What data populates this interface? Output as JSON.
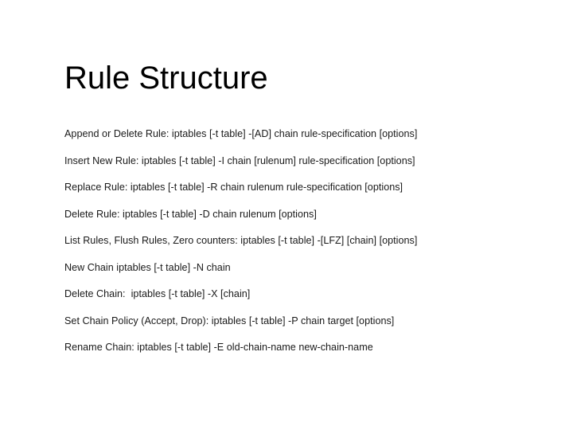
{
  "slide": {
    "title": "Rule Structure",
    "background_color": "#ffffff",
    "title_color": "#000000",
    "body_color": "#1a1a1a",
    "body_lines": [
      "Append or Delete Rule: iptables [-t table] -[AD] chain rule-specification [options]",
      "Insert New Rule: iptables [-t table] -I chain [rulenum] rule-specification [options]",
      "Replace Rule: iptables [-t table] -R chain rulenum rule-specification [options]",
      "Delete Rule: iptables [-t table] -D chain rulenum [options]",
      "List Rules, Flush Rules, Zero counters: iptables [-t table] -[LFZ] [chain] [options]",
      "New Chain iptables [-t table] -N chain",
      "Delete Chain:  iptables [-t table] -X [chain]",
      "Set Chain Policy (Accept, Drop): iptables [-t table] -P chain target [options]",
      "Rename Chain: iptables [-t table] -E old-chain-name new-chain-name"
    ]
  }
}
